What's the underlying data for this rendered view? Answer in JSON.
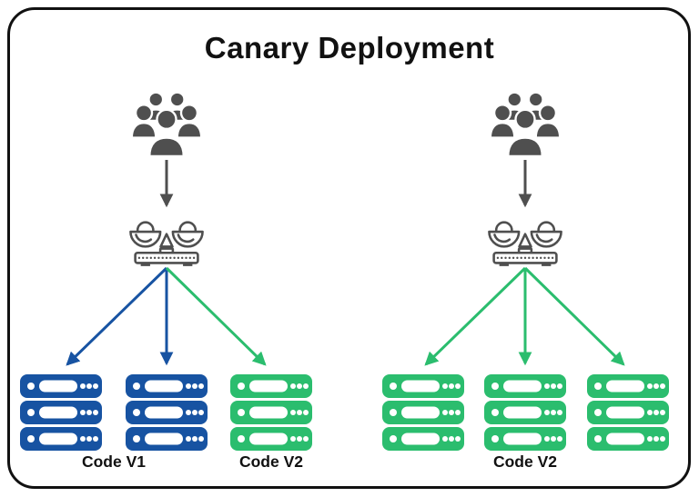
{
  "title": "Canary Deployment",
  "colors": {
    "blue": "#1753a2",
    "green": "#2bbd6e",
    "gray": "#4f4f4f",
    "text": "#111111",
    "border": "#111111",
    "background": "#ffffff"
  },
  "icons": {
    "users": "users-group-icon",
    "load_balancer": "load-balancer-scales-icon",
    "server_stack": "server-stack-icon",
    "arrow": "arrow-down-icon"
  },
  "left_panel": {
    "arrow_colors": [
      "#1753a2",
      "#1753a2",
      "#2bbd6e"
    ],
    "stack_colors": [
      "#1753a2",
      "#1753a2",
      "#2bbd6e"
    ],
    "labels": [
      {
        "text": "Code V1"
      },
      {
        "text": "Code V2"
      }
    ]
  },
  "right_panel": {
    "arrow_colors": [
      "#2bbd6e",
      "#2bbd6e",
      "#2bbd6e"
    ],
    "stack_colors": [
      "#2bbd6e",
      "#2bbd6e",
      "#2bbd6e"
    ],
    "labels": [
      {
        "text": "Code V2"
      }
    ]
  }
}
